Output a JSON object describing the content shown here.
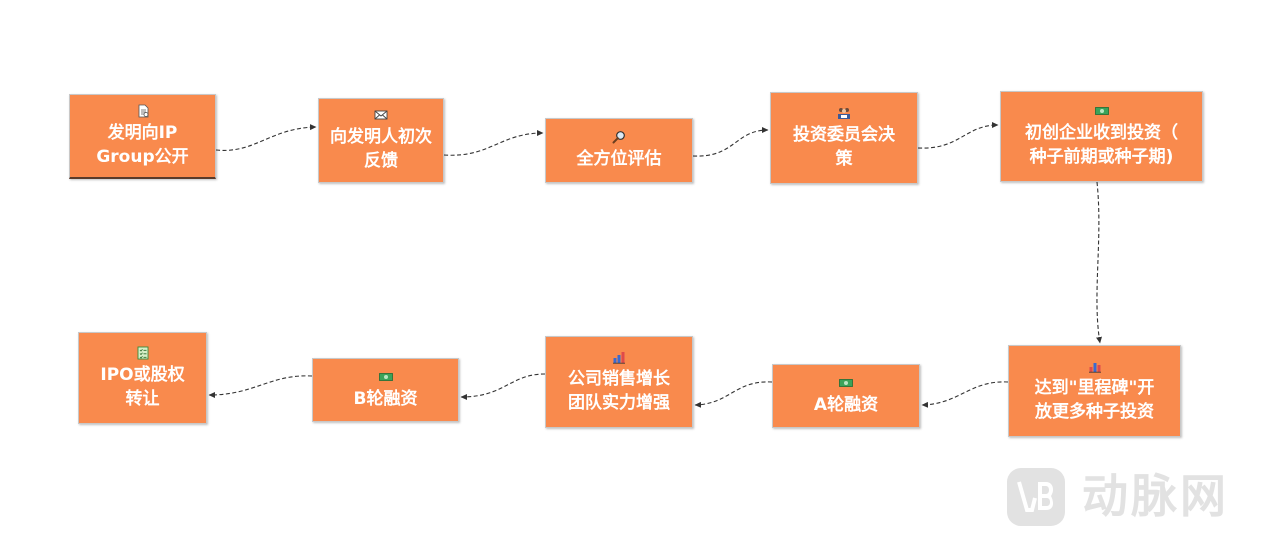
{
  "flow": {
    "nodes": [
      {
        "id": "n1",
        "icon": "document-icon",
        "label": "发明向IP\nGroup公开"
      },
      {
        "id": "n2",
        "icon": "envelope-icon",
        "label": "向发明人初次\n反馈"
      },
      {
        "id": "n3",
        "icon": "magnifier-icon",
        "label": "全方位评估"
      },
      {
        "id": "n4",
        "icon": "committee-icon",
        "label": "投资委员会决\n策"
      },
      {
        "id": "n5",
        "icon": "money-icon",
        "label": "初创企业收到投资（\n种子前期或种子期)"
      },
      {
        "id": "n6",
        "icon": "bar-chart-icon",
        "label": "达到\"里程碑\"开\n放更多种子投资"
      },
      {
        "id": "n7",
        "icon": "money-icon",
        "label": "A轮融资"
      },
      {
        "id": "n8",
        "icon": "bar-chart-icon",
        "label": "公司销售增长\n团队实力增强"
      },
      {
        "id": "n9",
        "icon": "money-icon",
        "label": "B轮融资"
      },
      {
        "id": "n10",
        "icon": "checklist-icon",
        "label": "IPO或股权\n转让"
      }
    ],
    "edges": [
      {
        "from": "n1",
        "to": "n2"
      },
      {
        "from": "n2",
        "to": "n3"
      },
      {
        "from": "n3",
        "to": "n4"
      },
      {
        "from": "n4",
        "to": "n5"
      },
      {
        "from": "n5",
        "to": "n6"
      },
      {
        "from": "n6",
        "to": "n7"
      },
      {
        "from": "n7",
        "to": "n8"
      },
      {
        "from": "n8",
        "to": "n9"
      },
      {
        "from": "n9",
        "to": "n10"
      }
    ]
  },
  "watermark": {
    "text": "动脉网",
    "logo_icon": "vb-logo-icon"
  },
  "colors": {
    "node_fill": "#f98a4d",
    "node_text": "#ffffff",
    "edge": "#333333",
    "watermark": "#e2e2e2"
  }
}
